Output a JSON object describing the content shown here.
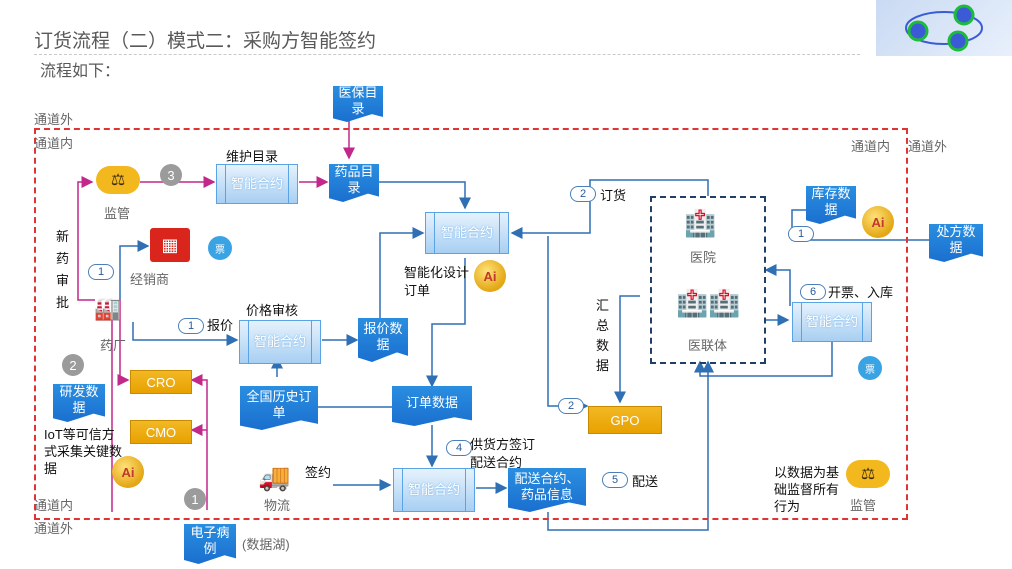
{
  "header": {
    "title": "订货流程（二）模式二：采购方智能签约",
    "subtitle": "流程如下："
  },
  "channel": {
    "outside_top_left": "通道外",
    "inside_top_left": "通道内",
    "inside_top_right": "通道内",
    "outside_top_right": "通道外",
    "inside_bottom_left": "通道内",
    "outside_bottom_left": "通道外"
  },
  "nodes": {
    "yibao": "医保目录",
    "yaopin": "药品目录",
    "weihu_label": "维护目录",
    "contract_top": "智能合约",
    "contract_center": "智能合约",
    "zhineng_design": "智能化设计订单",
    "jiage_label": "价格审核",
    "contract_price": "智能合约",
    "baojia": "报价数据",
    "quanguo": "全国历史订单",
    "dingdan": "订单数据",
    "contract_bottom": "智能合约",
    "peisong_info": "配送合约、药品信息",
    "gpo": "GPO",
    "huizong": "汇总数据",
    "hospital": "医院",
    "yiliantu": "医联体",
    "kucun": "库存数据",
    "chufang": "处方数据",
    "contract_right": "智能合约",
    "jianguan_top": "监管",
    "jianguan_bottom": "监管",
    "jingxiaoshang": "经销商",
    "yaochang": "药厂",
    "xinyao_vertical": "新药审批",
    "yanfa": "研发数据",
    "iot": "IoT等可信方式采集关键数据",
    "cro": "CRO",
    "cmo": "CMO",
    "dianzi": "电子病例",
    "datalake": "(数据湖)",
    "wuliu": "物流",
    "supervise_note": "以数据为基础监督所有行为"
  },
  "steps": {
    "s1_dealer": "1",
    "s1_price": "1",
    "price_label": "报价",
    "s2_order": "2",
    "order_label": "订货",
    "s2_gpo": "2",
    "s3": "3",
    "s4": "4",
    "s4_label": "供货方签订配送合约",
    "s5": "5",
    "s5_label": "配送",
    "s6": "6",
    "s6_label": "开票、入库",
    "s1_right": "1",
    "s2_gray": "2",
    "s1_gray_bottom": "1",
    "sign_label": "签约",
    "ai": "Ai",
    "ticket": "票"
  },
  "colors": {
    "doc_blue": "#1a6fcf",
    "channel_red": "#e03434",
    "gold": "#e8a100",
    "magenta": "#c2278a",
    "arrow_blue": "#2f6fb4"
  }
}
